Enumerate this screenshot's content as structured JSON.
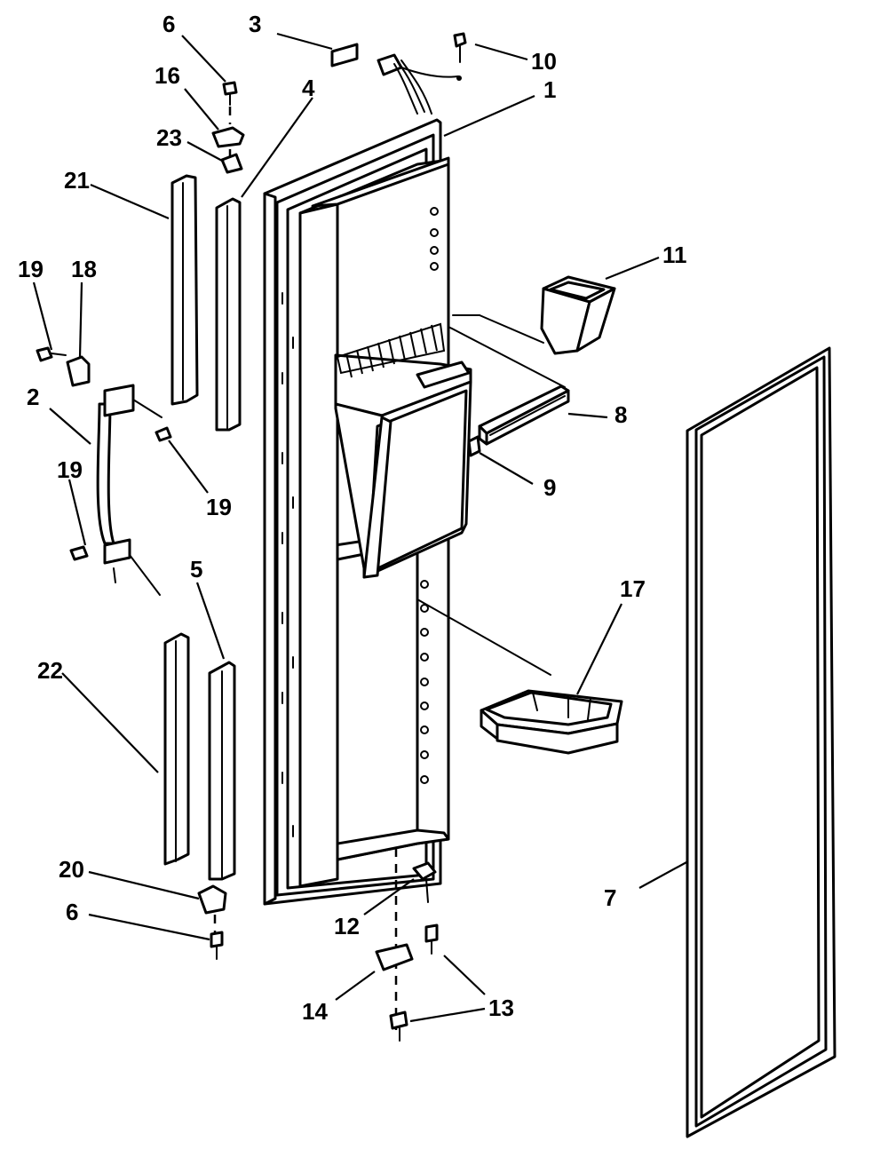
{
  "diagram": {
    "callouts": [
      {
        "id": "c1",
        "text": "1"
      },
      {
        "id": "c2",
        "text": "2"
      },
      {
        "id": "c3",
        "text": "3"
      },
      {
        "id": "c4",
        "text": "4"
      },
      {
        "id": "c5",
        "text": "5"
      },
      {
        "id": "c6a",
        "text": "6"
      },
      {
        "id": "c6b",
        "text": "6"
      },
      {
        "id": "c7",
        "text": "7"
      },
      {
        "id": "c8",
        "text": "8"
      },
      {
        "id": "c9",
        "text": "9"
      },
      {
        "id": "c10",
        "text": "10"
      },
      {
        "id": "c11",
        "text": "11"
      },
      {
        "id": "c12",
        "text": "12"
      },
      {
        "id": "c13a",
        "text": "13"
      },
      {
        "id": "c14",
        "text": "14"
      },
      {
        "id": "c16",
        "text": "16"
      },
      {
        "id": "c17",
        "text": "17"
      },
      {
        "id": "c18",
        "text": "18"
      },
      {
        "id": "c19a",
        "text": "19"
      },
      {
        "id": "c19b",
        "text": "19"
      },
      {
        "id": "c19c",
        "text": "19"
      },
      {
        "id": "c20",
        "text": "20"
      },
      {
        "id": "c21",
        "text": "21"
      },
      {
        "id": "c22",
        "text": "22"
      },
      {
        "id": "c23",
        "text": "23"
      }
    ]
  }
}
